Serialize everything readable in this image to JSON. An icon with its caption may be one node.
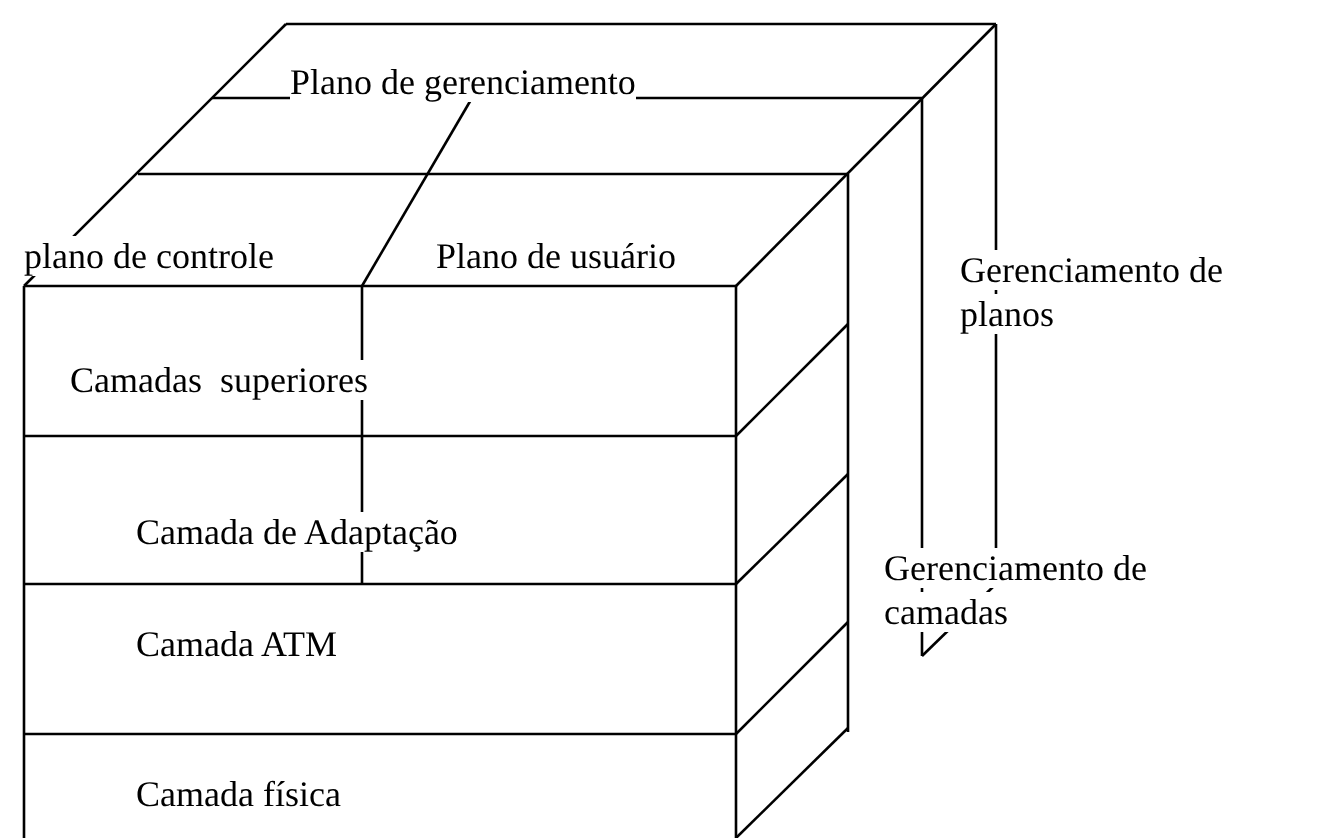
{
  "diagram": {
    "nodes": [
      {
        "text": [
          "Plano de gerenciamento"
        ]
      },
      {
        "text": [
          "plano de controle"
        ]
      },
      {
        "text": [
          "Plano de usuário"
        ]
      },
      {
        "text": [
          "Gerenciamento de planos"
        ]
      },
      {
        "text": [
          "Camadas  superiores"
        ]
      },
      {
        "text": [
          "Camada de Adaptação"
        ]
      },
      {
        "text": [
          "Camada ATM"
        ]
      },
      {
        "text": [
          "Gerenciamento de camadas"
        ]
      },
      {
        "text": [
          "Camada física"
        ]
      }
    ]
  }
}
